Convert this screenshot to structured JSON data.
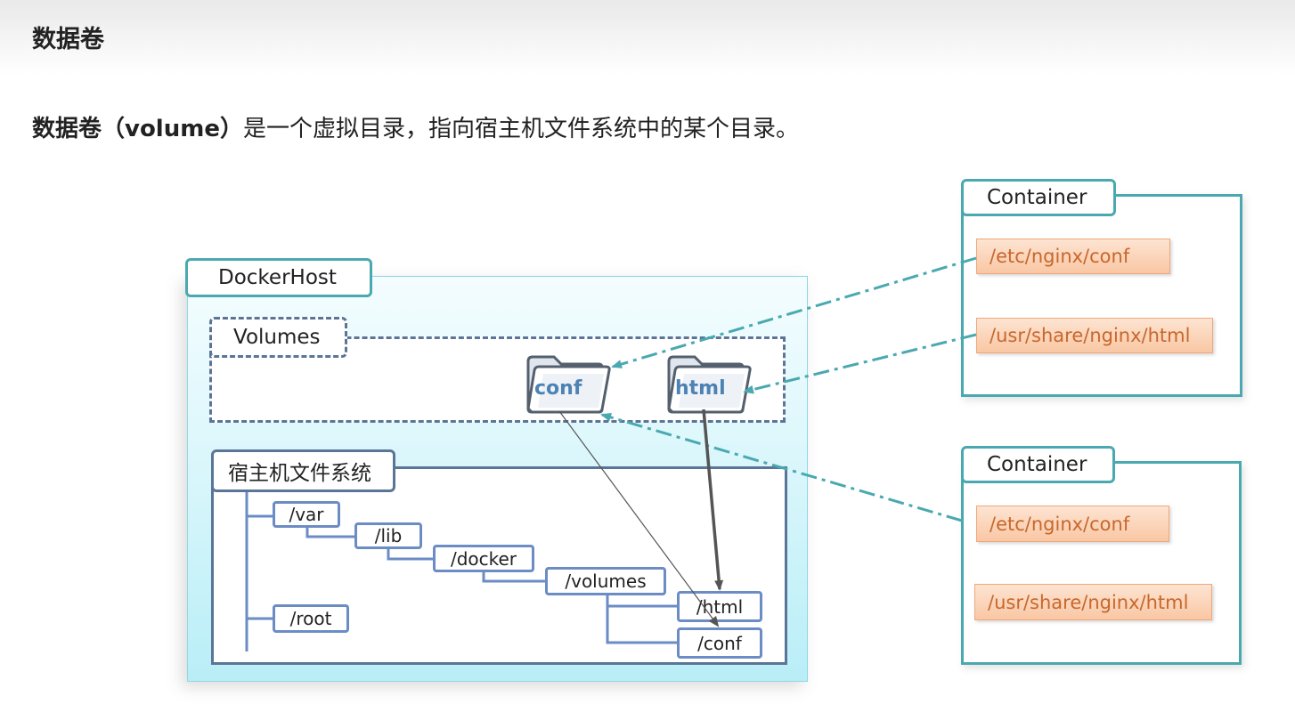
{
  "page": {
    "title": "数据卷",
    "intro_bold": "数据卷（volume）",
    "intro_rest": "是一个虚拟目录，指向宿主机文件系统中的某个目录。"
  },
  "diagram": {
    "docker_host": "DockerHost",
    "volumes": {
      "title": "Volumes",
      "folders": [
        "conf",
        "html"
      ]
    },
    "host_fs": {
      "title": "宿主机文件系统",
      "nodes": {
        "var": "/var",
        "lib": "/lib",
        "docker": "/docker",
        "volumes": "/volumes",
        "html": "/html",
        "conf": "/conf",
        "root": "/root"
      }
    },
    "containers": [
      {
        "title": "Container",
        "paths": [
          "/etc/nginx/conf",
          "/usr/share/nginx/html"
        ]
      },
      {
        "title": "Container",
        "paths": [
          "/etc/nginx/conf",
          "/usr/share/nginx/html"
        ]
      }
    ],
    "colors": {
      "teal": "#4aa9b0",
      "slate": "#5a7596",
      "node_blue": "#6b8cc4",
      "path_orange": "#c8672c",
      "folder_blue": "#4d82b5"
    }
  }
}
